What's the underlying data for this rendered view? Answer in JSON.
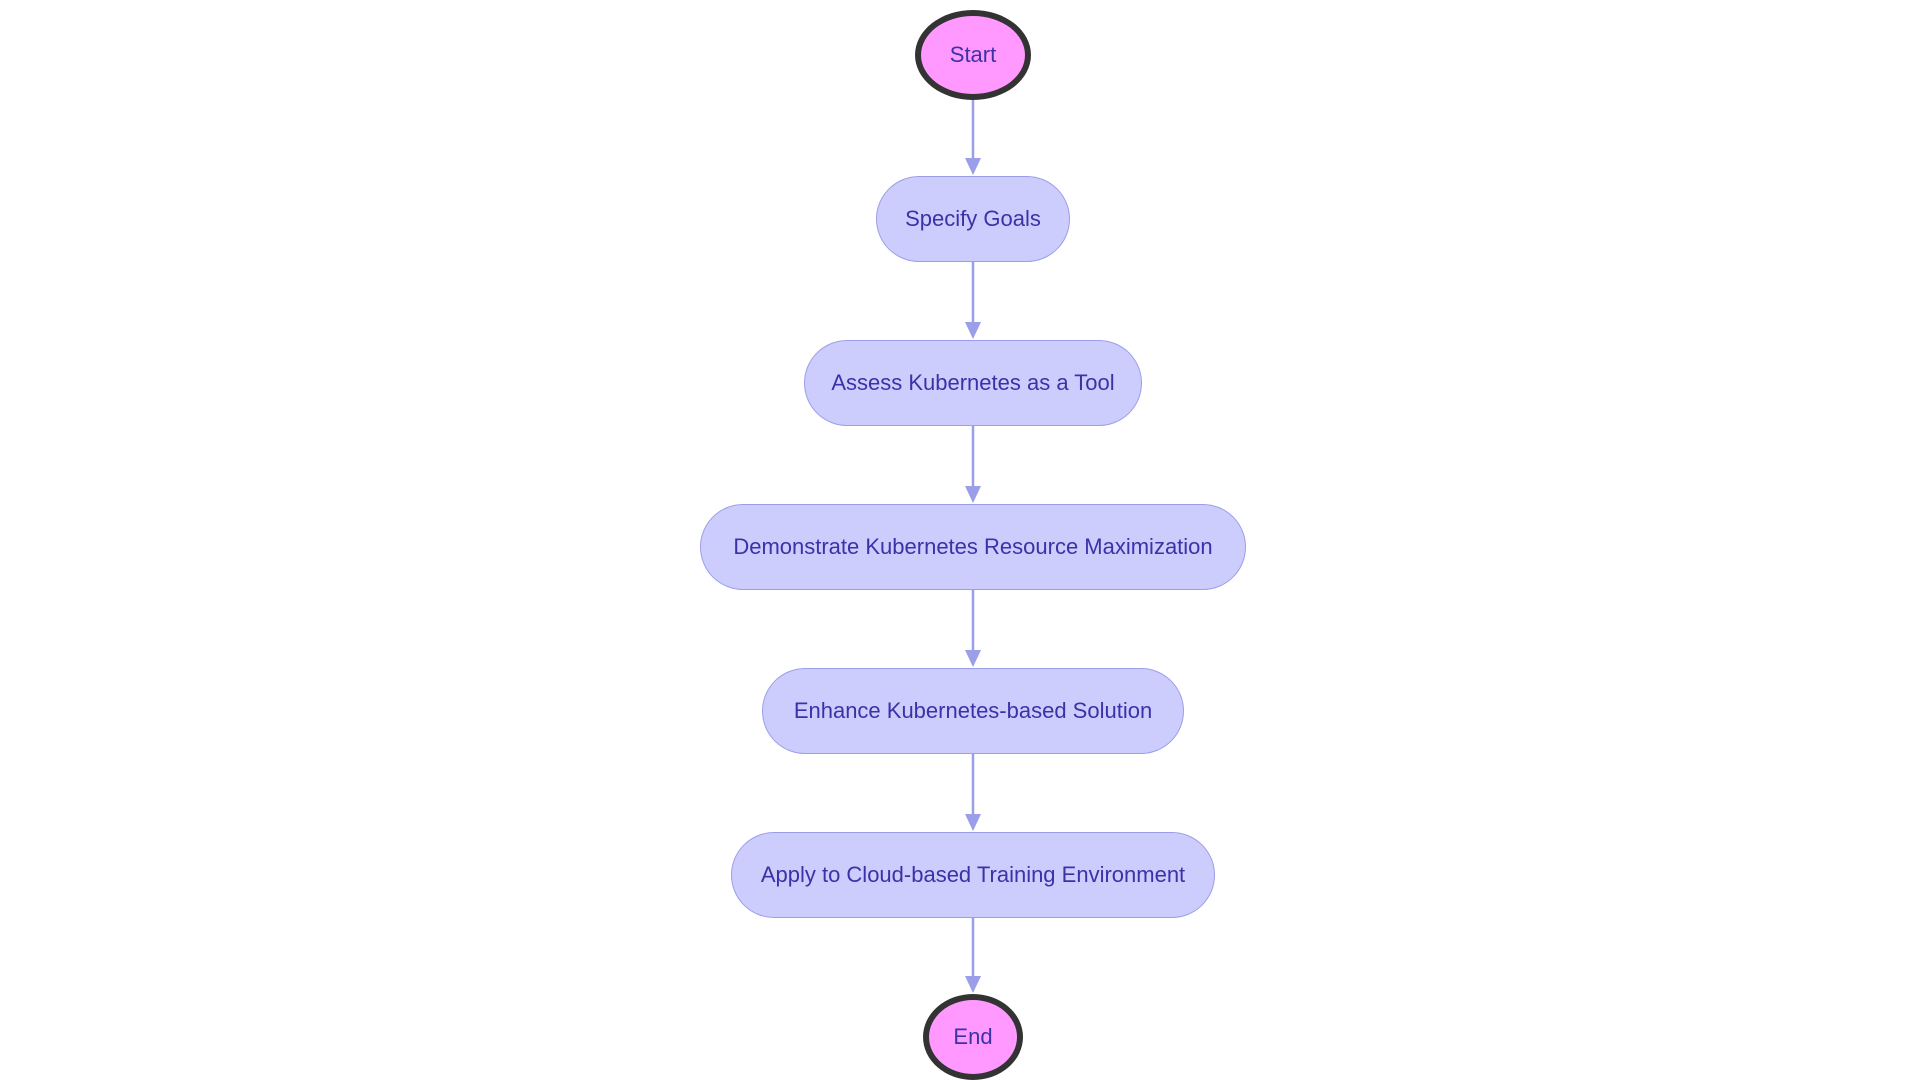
{
  "colors": {
    "terminal_fill": "#ff99ff",
    "terminal_border": "#333333",
    "step_fill": "#cccdfd",
    "step_border": "#9b9ee8",
    "text": "#3b32a8",
    "edge": "#9b9ee8"
  },
  "nodes": [
    {
      "id": "start",
      "label": "Start",
      "kind": "terminal"
    },
    {
      "id": "specify-goals",
      "label": "Specify Goals",
      "kind": "step"
    },
    {
      "id": "assess-kubernetes",
      "label": "Assess Kubernetes as a Tool",
      "kind": "step"
    },
    {
      "id": "demonstrate-maximization",
      "label": "Demonstrate Kubernetes Resource Maximization",
      "kind": "step"
    },
    {
      "id": "enhance-solution",
      "label": "Enhance Kubernetes-based Solution",
      "kind": "step"
    },
    {
      "id": "apply-cloud",
      "label": "Apply to Cloud-based Training Environment",
      "kind": "step"
    },
    {
      "id": "end",
      "label": "End",
      "kind": "terminal"
    }
  ],
  "edges": [
    {
      "from": "start",
      "to": "specify-goals"
    },
    {
      "from": "specify-goals",
      "to": "assess-kubernetes"
    },
    {
      "from": "assess-kubernetes",
      "to": "demonstrate-maximization"
    },
    {
      "from": "demonstrate-maximization",
      "to": "enhance-solution"
    },
    {
      "from": "enhance-solution",
      "to": "apply-cloud"
    },
    {
      "from": "apply-cloud",
      "to": "end"
    }
  ]
}
